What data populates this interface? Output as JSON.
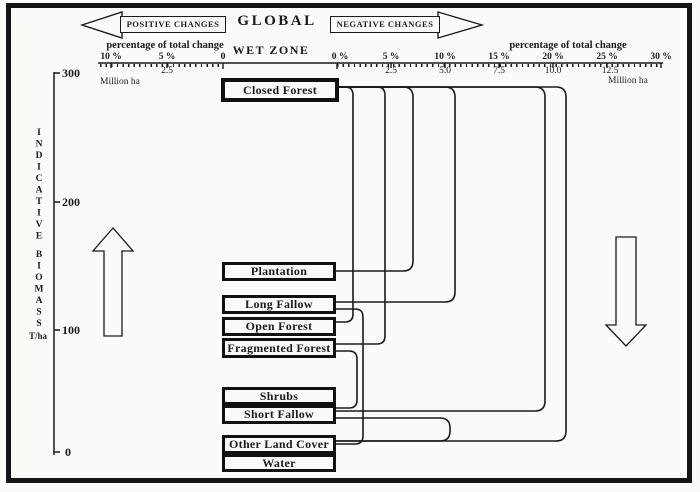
{
  "header": {
    "title": "GLOBAL",
    "subtitle": "WET ZONE",
    "positive_label": "POSITIVE CHANGES",
    "negative_label": "NEGATIVE CHANGES"
  },
  "axes": {
    "left": {
      "title": "percentage of total change",
      "unit": "Million ha",
      "ticks": [
        "10 %",
        "5 %",
        "0"
      ],
      "sub_ticks": [
        "2.5"
      ]
    },
    "right": {
      "title": "percentage of total change",
      "unit": "Million ha",
      "ticks": [
        "0 %",
        "5 %",
        "10 %",
        "15 %",
        "20 %",
        "25 %",
        "30 %"
      ],
      "sub_ticks": [
        "2.5",
        "5.0",
        "7.5",
        "10.0",
        "12.5"
      ]
    },
    "biomass": {
      "word1": "INDICATIVE",
      "word2": "BIOMASS",
      "unit": "T/ha",
      "ticks": [
        "300",
        "200",
        "100",
        "0"
      ]
    }
  },
  "nodes": {
    "closed_forest": "Closed Forest",
    "plantation": "Plantation",
    "long_fallow": "Long Fallow",
    "open_forest": "Open Forest",
    "fragmented_forest": "Fragmented Forest",
    "shrubs": "Shrubs",
    "short_fallow": "Short Fallow",
    "other_land_cover": "Other Land Cover",
    "water": "Water"
  },
  "flows": [
    {
      "from": "Closed Forest",
      "to": "Open Forest"
    },
    {
      "from": "Closed Forest",
      "to": "Fragmented Forest"
    },
    {
      "from": "Closed Forest",
      "to": "Plantation"
    },
    {
      "from": "Closed Forest",
      "to": "Long Fallow"
    },
    {
      "from": "Closed Forest",
      "to": "Short Fallow"
    },
    {
      "from": "Closed Forest",
      "to": "Other Land Cover"
    },
    {
      "from": "Long Fallow",
      "to": "Other Land Cover"
    },
    {
      "from": "Fragmented Forest",
      "to": "Short Fallow"
    },
    {
      "from": "Short Fallow",
      "to": "Other Land Cover"
    }
  ],
  "ink_color": "#1a1a1a"
}
